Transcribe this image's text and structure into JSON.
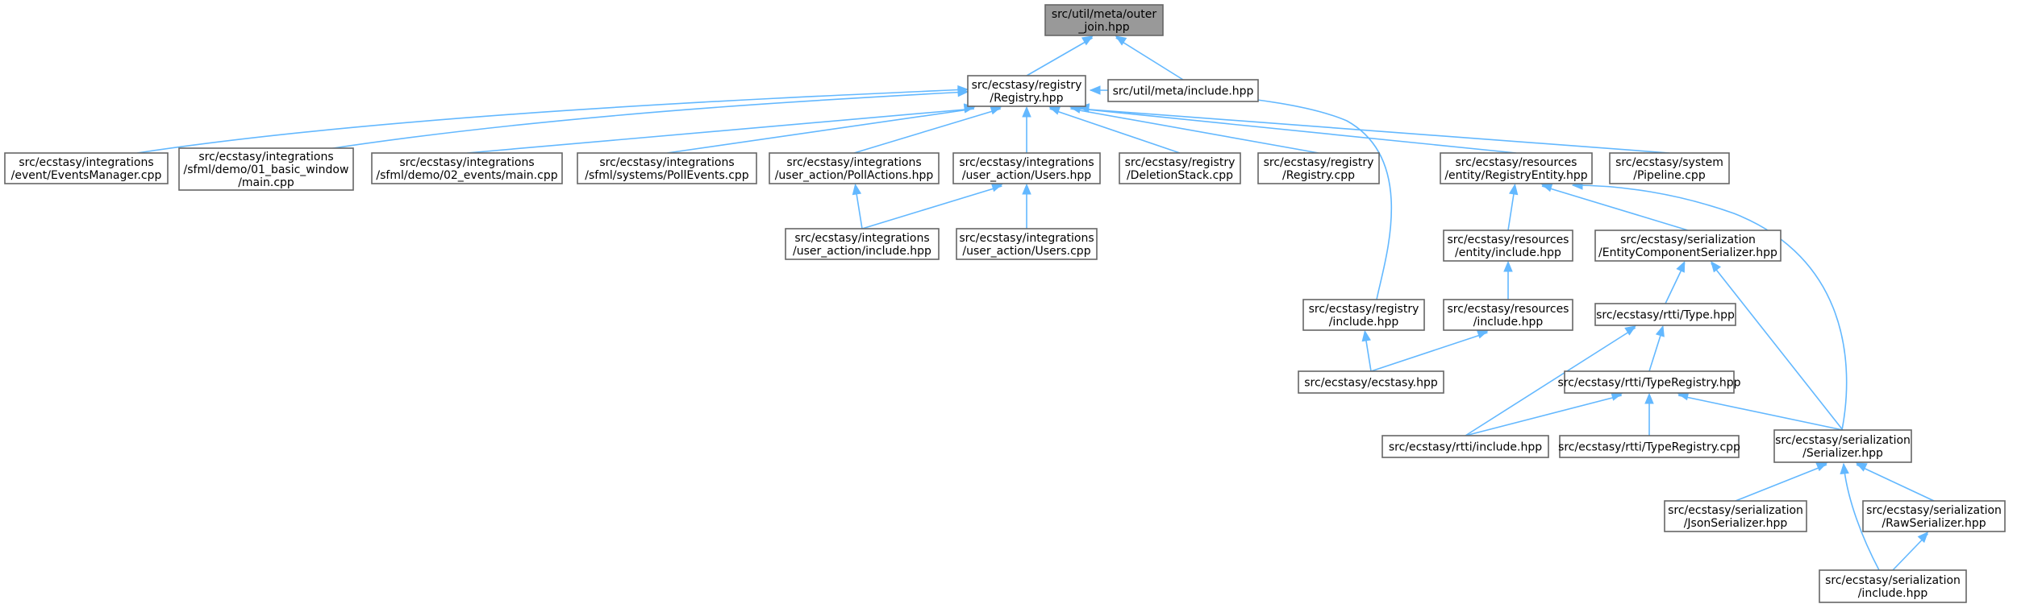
{
  "colors": {
    "edge": "#63b8ff",
    "node_border": "#666666",
    "root_fill": "#999999",
    "node_fill": "#ffffff"
  },
  "nodes": [
    {
      "id": "outer_join",
      "lines": [
        "src/util/meta/outer",
        "_join.hpp"
      ],
      "root": true
    },
    {
      "id": "registry_hpp",
      "lines": [
        "src/ecstasy/registry",
        "/Registry.hpp"
      ]
    },
    {
      "id": "meta_include",
      "lines": [
        "src/util/meta/include.hpp"
      ]
    },
    {
      "id": "events_manager",
      "lines": [
        "src/ecstasy/integrations",
        "/event/EventsManager.cpp"
      ]
    },
    {
      "id": "sfml_demo1",
      "lines": [
        "src/ecstasy/integrations",
        "/sfml/demo/01_basic_window",
        "/main.cpp"
      ]
    },
    {
      "id": "sfml_demo2",
      "lines": [
        "src/ecstasy/integrations",
        "/sfml/demo/02_events/main.cpp"
      ]
    },
    {
      "id": "poll_events",
      "lines": [
        "src/ecstasy/integrations",
        "/sfml/systems/PollEvents.cpp"
      ]
    },
    {
      "id": "poll_actions",
      "lines": [
        "src/ecstasy/integrations",
        "/user_action/PollActions.hpp"
      ]
    },
    {
      "id": "users_hpp",
      "lines": [
        "src/ecstasy/integrations",
        "/user_action/Users.hpp"
      ]
    },
    {
      "id": "deletion_stack",
      "lines": [
        "src/ecstasy/registry",
        "/DeletionStack.cpp"
      ]
    },
    {
      "id": "registry_cpp",
      "lines": [
        "src/ecstasy/registry",
        "/Registry.cpp"
      ]
    },
    {
      "id": "registry_entity",
      "lines": [
        "src/ecstasy/resources",
        "/entity/RegistryEntity.hpp"
      ]
    },
    {
      "id": "pipeline",
      "lines": [
        "src/ecstasy/system",
        "/Pipeline.cpp"
      ]
    },
    {
      "id": "ua_include",
      "lines": [
        "src/ecstasy/integrations",
        "/user_action/include.hpp"
      ]
    },
    {
      "id": "users_cpp",
      "lines": [
        "src/ecstasy/integrations",
        "/user_action/Users.cpp"
      ]
    },
    {
      "id": "entity_include",
      "lines": [
        "src/ecstasy/resources",
        "/entity/include.hpp"
      ]
    },
    {
      "id": "ecs_serializer",
      "lines": [
        "src/ecstasy/serialization",
        "/EntityComponentSerializer.hpp"
      ]
    },
    {
      "id": "registry_include",
      "lines": [
        "src/ecstasy/registry",
        "/include.hpp"
      ]
    },
    {
      "id": "resources_include",
      "lines": [
        "src/ecstasy/resources",
        "/include.hpp"
      ]
    },
    {
      "id": "type_hpp",
      "lines": [
        "src/ecstasy/rtti/Type.hpp"
      ]
    },
    {
      "id": "ecstasy_hpp",
      "lines": [
        "src/ecstasy/ecstasy.hpp"
      ]
    },
    {
      "id": "type_registry_hpp",
      "lines": [
        "src/ecstasy/rtti/TypeRegistry.hpp"
      ]
    },
    {
      "id": "rtti_include",
      "lines": [
        "src/ecstasy/rtti/include.hpp"
      ]
    },
    {
      "id": "type_registry_cpp",
      "lines": [
        "src/ecstasy/rtti/TypeRegistry.cpp"
      ]
    },
    {
      "id": "serializer_hpp",
      "lines": [
        "src/ecstasy/serialization",
        "/Serializer.hpp"
      ]
    },
    {
      "id": "json_serializer",
      "lines": [
        "src/ecstasy/serialization",
        "/JsonSerializer.hpp"
      ]
    },
    {
      "id": "raw_serializer",
      "lines": [
        "src/ecstasy/serialization",
        "/RawSerializer.hpp"
      ]
    },
    {
      "id": "serialization_include",
      "lines": [
        "src/ecstasy/serialization",
        "/include.hpp"
      ]
    }
  ],
  "edges": [
    {
      "from": "registry_hpp",
      "to": "outer_join"
    },
    {
      "from": "meta_include",
      "to": "outer_join"
    },
    {
      "from": "events_manager",
      "to": "registry_hpp"
    },
    {
      "from": "sfml_demo1",
      "to": "registry_hpp"
    },
    {
      "from": "sfml_demo2",
      "to": "registry_hpp"
    },
    {
      "from": "poll_events",
      "to": "registry_hpp"
    },
    {
      "from": "poll_actions",
      "to": "registry_hpp"
    },
    {
      "from": "users_hpp",
      "to": "registry_hpp"
    },
    {
      "from": "deletion_stack",
      "to": "registry_hpp"
    },
    {
      "from": "registry_cpp",
      "to": "registry_hpp"
    },
    {
      "from": "registry_entity",
      "to": "registry_hpp"
    },
    {
      "from": "pipeline",
      "to": "registry_hpp"
    },
    {
      "from": "registry_include",
      "to": "registry_hpp"
    },
    {
      "from": "ua_include",
      "to": "poll_actions"
    },
    {
      "from": "ua_include",
      "to": "users_hpp"
    },
    {
      "from": "users_cpp",
      "to": "users_hpp"
    },
    {
      "from": "entity_include",
      "to": "registry_entity"
    },
    {
      "from": "ecs_serializer",
      "to": "registry_entity"
    },
    {
      "from": "serializer_hpp",
      "to": "registry_entity"
    },
    {
      "from": "resources_include",
      "to": "entity_include"
    },
    {
      "from": "type_hpp",
      "to": "ecs_serializer"
    },
    {
      "from": "serializer_hpp",
      "to": "ecs_serializer"
    },
    {
      "from": "ecstasy_hpp",
      "to": "registry_include"
    },
    {
      "from": "ecstasy_hpp",
      "to": "resources_include"
    },
    {
      "from": "type_registry_hpp",
      "to": "type_hpp"
    },
    {
      "from": "rtti_include",
      "to": "type_hpp"
    },
    {
      "from": "rtti_include",
      "to": "type_registry_hpp"
    },
    {
      "from": "type_registry_cpp",
      "to": "type_registry_hpp"
    },
    {
      "from": "serializer_hpp",
      "to": "type_registry_hpp"
    },
    {
      "from": "json_serializer",
      "to": "serializer_hpp"
    },
    {
      "from": "raw_serializer",
      "to": "serializer_hpp"
    },
    {
      "from": "serialization_include",
      "to": "serializer_hpp"
    },
    {
      "from": "serialization_include",
      "to": "raw_serializer"
    }
  ]
}
